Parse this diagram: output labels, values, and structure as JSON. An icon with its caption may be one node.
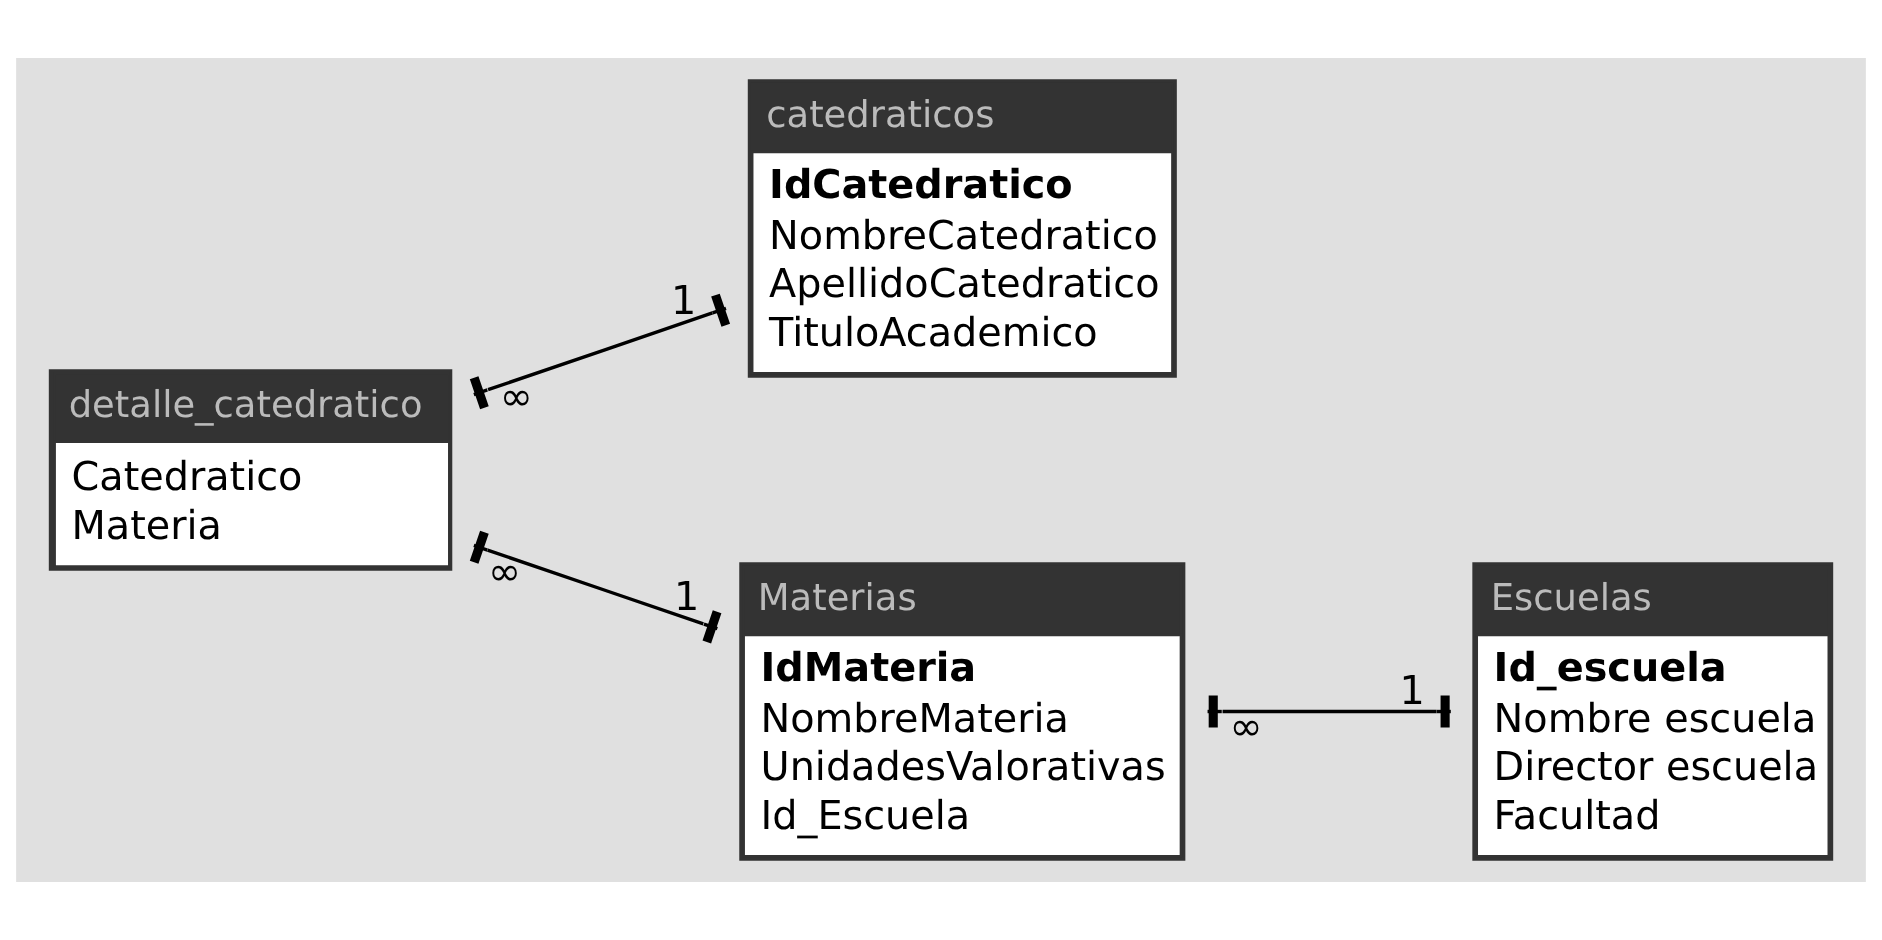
{
  "diagram": {
    "nodes": [
      {
        "text": [
          "detalle_catedratico",
          "Catedratico",
          "Materia"
        ]
      },
      {
        "text": [
          "catedraticos",
          "IdCatedratico",
          "NombreCatedratico",
          "ApellidoCatedratico",
          "TituloAcademico"
        ]
      },
      {
        "text": [
          "Materias",
          "IdMateria",
          "NombreMateria",
          "UnidadesValorativas",
          "Id_Escuela"
        ]
      },
      {
        "text": [
          "Escuelas",
          "Id_escuela",
          "Nombre escuela",
          "Director escuela",
          "Facultad"
        ]
      }
    ],
    "edges": [
      {
        "from": 0,
        "to": 1,
        "arrow": "other"
      },
      {
        "from": 0,
        "to": 2,
        "arrow": "other"
      },
      {
        "from": 2,
        "to": 3,
        "arrow": "other"
      }
    ],
    "labels": [
      "∞",
      "1",
      "∞",
      "1",
      "∞",
      "1"
    ]
  }
}
